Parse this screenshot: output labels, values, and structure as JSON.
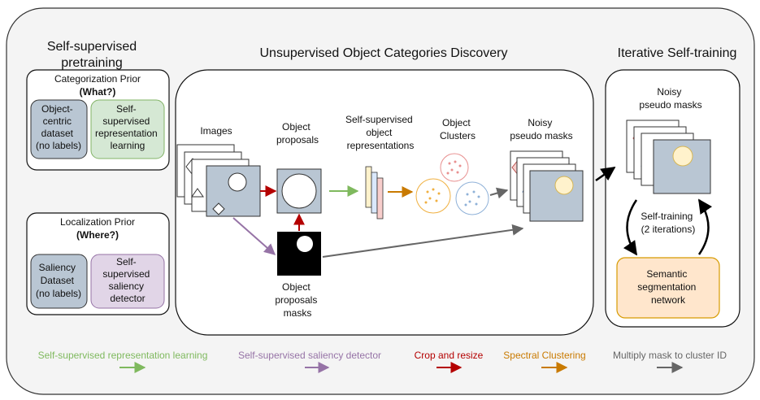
{
  "sections": {
    "pretraining": {
      "title_line1": "Self-supervised",
      "title_line2": "pretraining"
    },
    "discovery": {
      "title": "Unsupervised Object Categories Discovery"
    },
    "selftraining": {
      "title": "Iterative Self-training"
    }
  },
  "categorization_prior": {
    "title": "Categorization Prior",
    "subtitle": "(What?)",
    "dataset": [
      "Object-",
      "centric",
      "dataset",
      "(no labels)"
    ],
    "learning": [
      "Self-",
      "supervised",
      "representation",
      "learning"
    ]
  },
  "localization_prior": {
    "title": "Localization Prior",
    "subtitle": "(Where?)",
    "dataset": [
      "Saliency",
      "Dataset",
      "(no labels)"
    ],
    "detector": [
      "Self-",
      "supervised",
      "saliency",
      "detector"
    ]
  },
  "pipeline": {
    "images_label": "Images",
    "proposals_label": [
      "Object",
      "proposals"
    ],
    "representations_label": [
      "Self-supervised",
      "object",
      "representations"
    ],
    "clusters_label": [
      "Object",
      "Clusters"
    ],
    "noisy_label": [
      "Noisy",
      "pseudo masks"
    ],
    "masks_label": [
      "Object",
      "proposals",
      "masks"
    ]
  },
  "selftraining": {
    "noisy_label": [
      "Noisy",
      "pseudo masks"
    ],
    "loop_label": [
      "Self-training",
      "(2 iterations)"
    ],
    "network_label": [
      "Semantic",
      "segmentation",
      "network"
    ]
  },
  "legend": [
    {
      "label": "Self-supervised representation learning",
      "color": "#7fb95e"
    },
    {
      "label": "Self-supervised saliency detector",
      "color": "#9673a6"
    },
    {
      "label": "Crop and resize",
      "color": "#b40000"
    },
    {
      "label": "Spectral Clustering",
      "color": "#c97a00"
    },
    {
      "label": "Multiply mask to cluster ID",
      "color": "#666666"
    }
  ],
  "colors": {
    "outer_bg": "#f4f4f4",
    "dataset_fill": "#b9c6d3",
    "learning_fill": "#d5e8d4",
    "detector_fill": "#e1d5e7",
    "network_fill": "#ffe6cc",
    "network_stroke": "#d79b00",
    "image_fill": "#b9c6d3",
    "arrow_green": "#7fb95e",
    "arrow_purple": "#9673a6",
    "arrow_red": "#b40000",
    "arrow_orange": "#c97a00",
    "arrow_gray": "#666666"
  }
}
